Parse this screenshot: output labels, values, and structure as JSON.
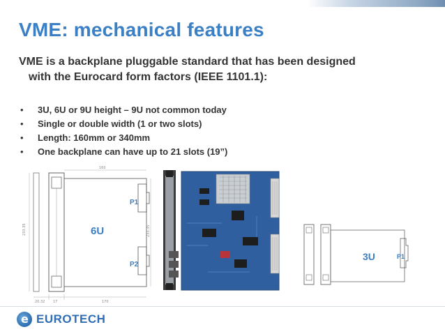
{
  "slide": {
    "title": "VME: mechanical features",
    "intro_line1": "VME is a backplane pluggable standard that has been designed",
    "intro_line2": "with the Eurocard form factors (IEEE 1101.1):",
    "bullet_marker": "•",
    "bullets": [
      "3U, 6U or 9U height – 9U not common today",
      "Single or double width (1 or two slots)",
      "Length: 160mm or 340mm",
      "One backplane can have up to 21 slots (19”)"
    ]
  },
  "figure_6u": {
    "size_label": "6U",
    "connector_p1": "P1",
    "connector_p2": "P2",
    "dim_top": "160",
    "dim_left": "233.35",
    "dim_right": "233.35",
    "dim_bottom_left": "20.32",
    "dim_bottom_mid": "17",
    "dim_bottom_right": "170"
  },
  "figure_3u": {
    "size_label": "3U",
    "connector_p1": "P1"
  },
  "footer": {
    "brand": "EUROTECH"
  },
  "colors": {
    "accent": "#3b7fc4",
    "text": "#333333",
    "board": "#2f5f9e"
  }
}
